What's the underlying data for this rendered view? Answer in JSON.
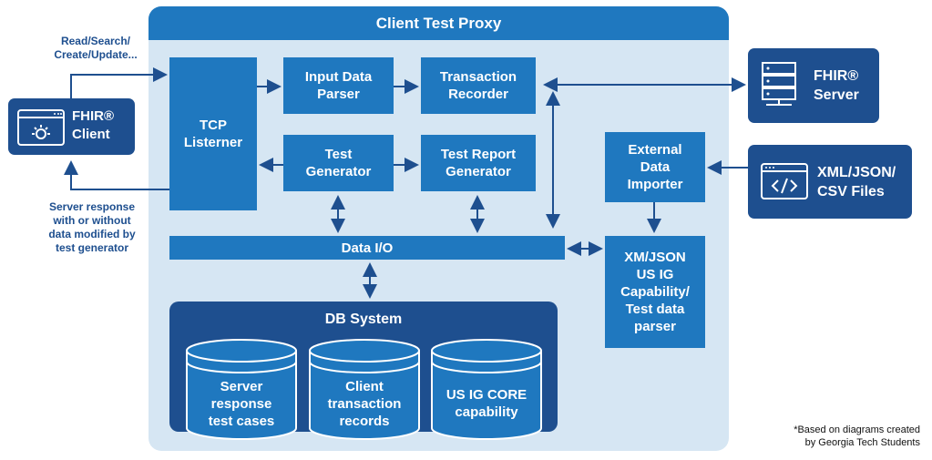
{
  "proxy_title": "Client Test Proxy",
  "tcp_listener": "TCP\nListerner",
  "input_parser": "Input Data\nParser",
  "transaction_recorder": "Transaction\nRecorder",
  "test_generator": "Test\nGenerator",
  "test_report_generator": "Test  Report\nGenerator",
  "external_importer": "External\nData\nImporter",
  "data_io": "Data I/O",
  "ig_parser": "XM/JSON\nUS IG\nCapability/\nTest data\nparser",
  "db_system": "DB System",
  "db_items": [
    "Server\nresponse\ntest cases",
    "Client\ntransaction\nrecords",
    "US IG CORE\ncapability"
  ],
  "fhir_client": "FHIR®\nClient",
  "fhir_server": "FHIR®\nServer",
  "xml_files": "XML/JSON/\nCSV Files",
  "request_note": "Read/Search/\nCreate/Update...",
  "response_note": "Server response\nwith or without\ndata modified by\ntest generator",
  "footnote": "*Based on diagrams created\nby Georgia Tech Students",
  "colors": {
    "primary": "#1f78bf",
    "dark": "#1e4f8f",
    "panel": "#d6e6f3",
    "db_panel": "#1e4f8f"
  }
}
